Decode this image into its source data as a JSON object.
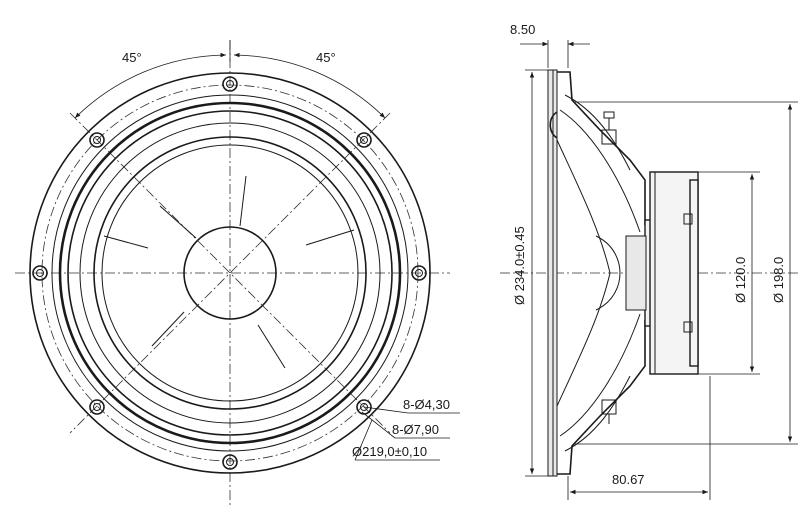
{
  "front_view": {
    "angle_left": "45°",
    "angle_right": "45°",
    "callout_holes": "8-Ø4,30",
    "callout_counterbore": "8-Ø7,90",
    "callout_bolt_circle": "Ø219,0±0,10"
  },
  "side_view": {
    "flange_thickness": "8.50",
    "outer_diameter": "Ø 234.0±0.45",
    "magnet_diameter": "Ø 120.0",
    "basket_diameter": "Ø 198.0",
    "depth": "80.67"
  }
}
